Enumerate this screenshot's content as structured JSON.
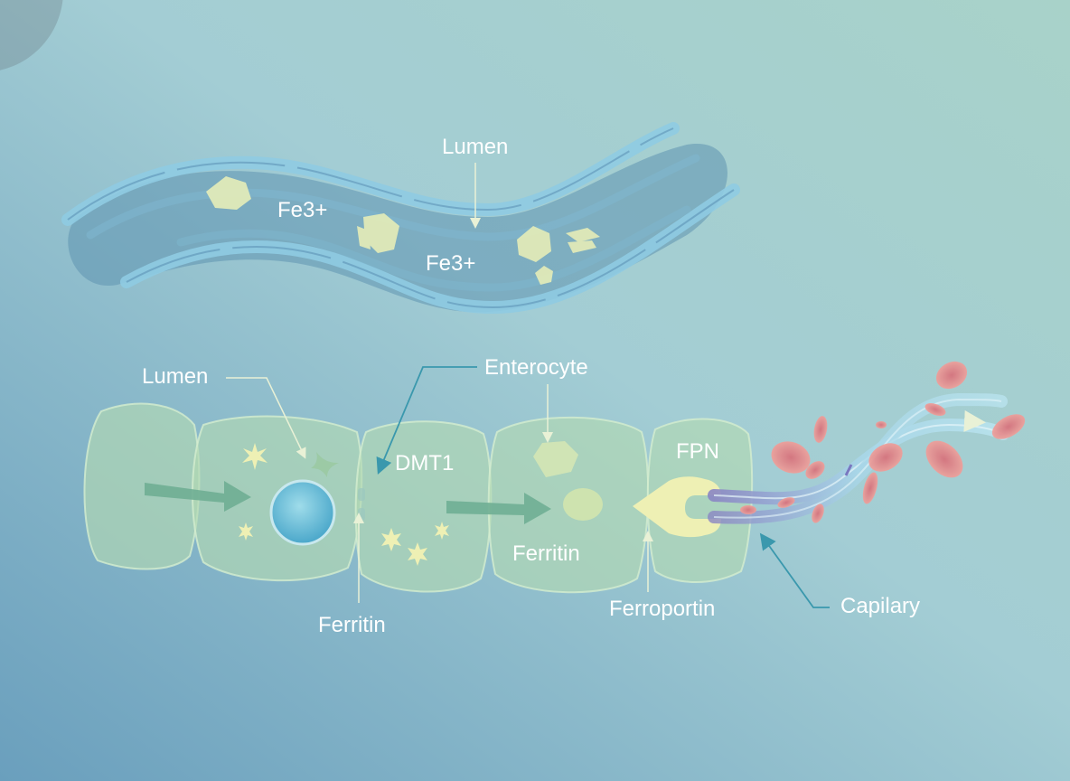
{
  "labels": {
    "lumen_top": "Lumen",
    "fe3_a": "Fe3+",
    "fe3_b": "Fe3+",
    "lumen_left": "Lumen",
    "enterocyte": "Enterocyte",
    "dmt1": "DMT1",
    "fpn": "FPN",
    "ferritin_cell": "Ferritin",
    "ferritin_bottom": "Ferritin",
    "ferroportin": "Ferroportin",
    "capilary": "Capilary"
  },
  "colors": {
    "background_light": "#a9d4d6",
    "background_dark": "#6a9fbd",
    "lumen_tube": "#8ec6dc",
    "iron_particles": "#e6edb8",
    "cell_fill": "#b2d8b2",
    "transport_arrow": "#6fae93",
    "nucleus": "#5bb6d6",
    "capillary_blue": "#a9d9ea",
    "red_blood_cell": "#e88a8a",
    "fpn_protein": "#eef0b4",
    "leader_line": "#3a98ad"
  }
}
